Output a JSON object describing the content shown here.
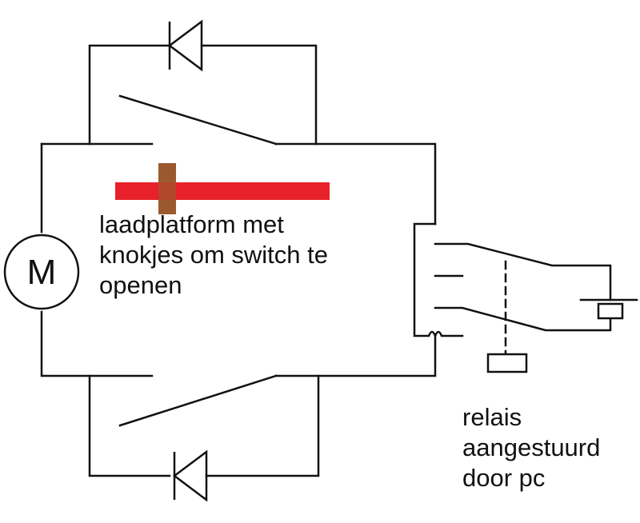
{
  "diagram": {
    "motor_symbol": "M",
    "platform_label": [
      "laadplatform met",
      "knokjes om switch te",
      "openen"
    ],
    "relay_label": [
      "relais",
      "aangestuurd",
      "door pc"
    ]
  },
  "colors": {
    "wire": "#111111",
    "platform_bar": "#e8202a",
    "knob": "#9b5a2e",
    "background": "#ffffff"
  },
  "icons": [
    "motor-icon",
    "diode-top-icon",
    "diode-bottom-icon",
    "relay-coil-icon",
    "battery-icon"
  ]
}
